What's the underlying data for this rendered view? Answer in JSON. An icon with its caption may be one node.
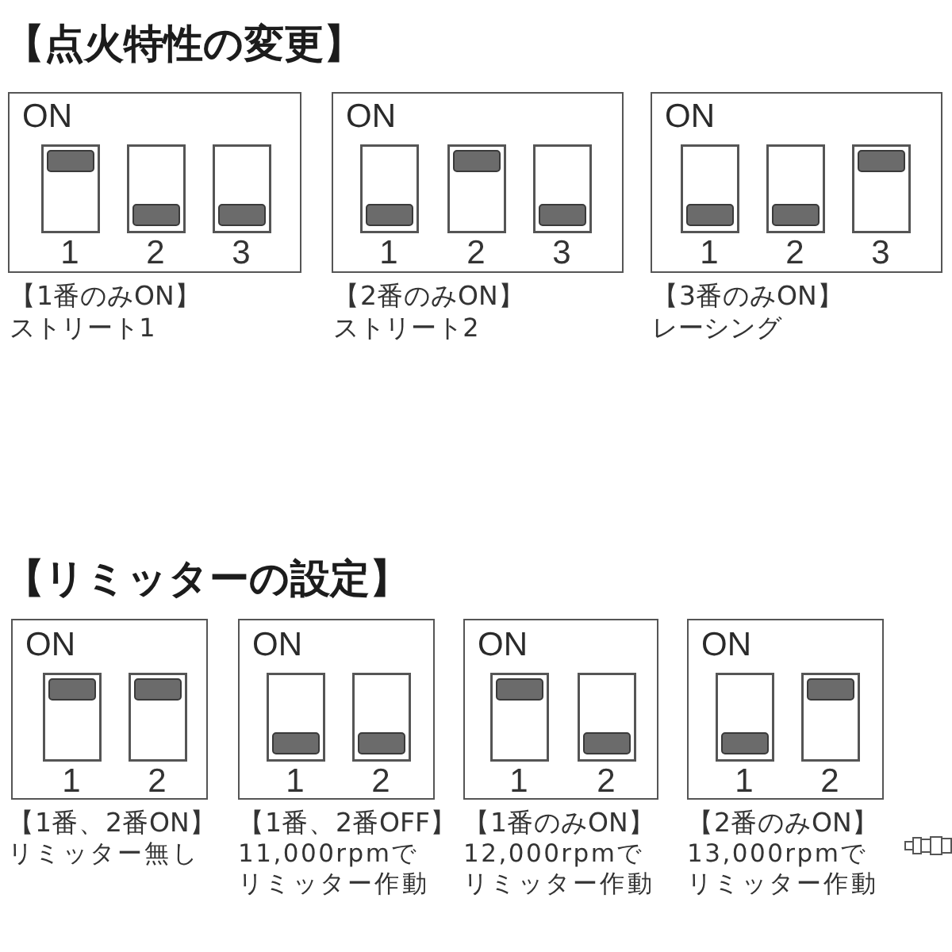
{
  "diagram": {
    "nodes": [
      {
        "text": [
          "ON"
        ],
        "beside": [
          "【1番のみON】",
          "ストリート1"
        ]
      },
      {
        "text": [
          "1"
        ],
        "in": 0
      },
      {
        "text": [
          "2"
        ],
        "in": 0
      },
      {
        "text": [
          "3"
        ],
        "in": 0
      },
      {
        "text": [
          "ON"
        ],
        "beside": [
          "【2番のみON】",
          "ストリート2"
        ]
      },
      {
        "text": [
          "1"
        ],
        "in": 4
      },
      {
        "text": [
          "2"
        ],
        "in": 4
      },
      {
        "text": [
          "3"
        ],
        "in": 4
      },
      {
        "text": [
          "ON"
        ],
        "beside": [
          "【3番のみON】",
          "レーシング"
        ]
      },
      {
        "text": [
          "1"
        ],
        "in": 8
      },
      {
        "text": [
          "2"
        ],
        "in": 8
      },
      {
        "text": [
          "3"
        ],
        "in": 8
      },
      {
        "text": [
          "ON"
        ],
        "beside": [
          "【1番、2番ON】",
          "リミッター無し"
        ]
      },
      {
        "text": [
          "1"
        ],
        "in": 12
      },
      {
        "text": [
          "2"
        ],
        "in": 12
      },
      {
        "text": [
          "ON"
        ],
        "beside": [
          "【1番、2番OFF】",
          "11,000rpmでリミッター作動"
        ]
      },
      {
        "text": [
          "1"
        ],
        "in": 15
      },
      {
        "text": [
          "2"
        ],
        "in": 15
      },
      {
        "text": [
          "ON"
        ],
        "beside": [
          "【1番のみON】",
          "12,000rpmでリミッター作動"
        ]
      },
      {
        "text": [
          "1"
        ],
        "in": 18
      },
      {
        "text": [
          "2"
        ],
        "in": 18
      },
      {
        "text": [
          "ON"
        ],
        "beside": [
          "【2番のみON】",
          "13,000rpmでリミッター作動"
        ]
      },
      {
        "text": [
          "1"
        ],
        "in": 21
      },
      {
        "text": [
          "2"
        ],
        "in": 21
      }
    ],
    "labels": [
      "【点火特性の変更】",
      "【リミッターの設定】"
    ]
  }
}
